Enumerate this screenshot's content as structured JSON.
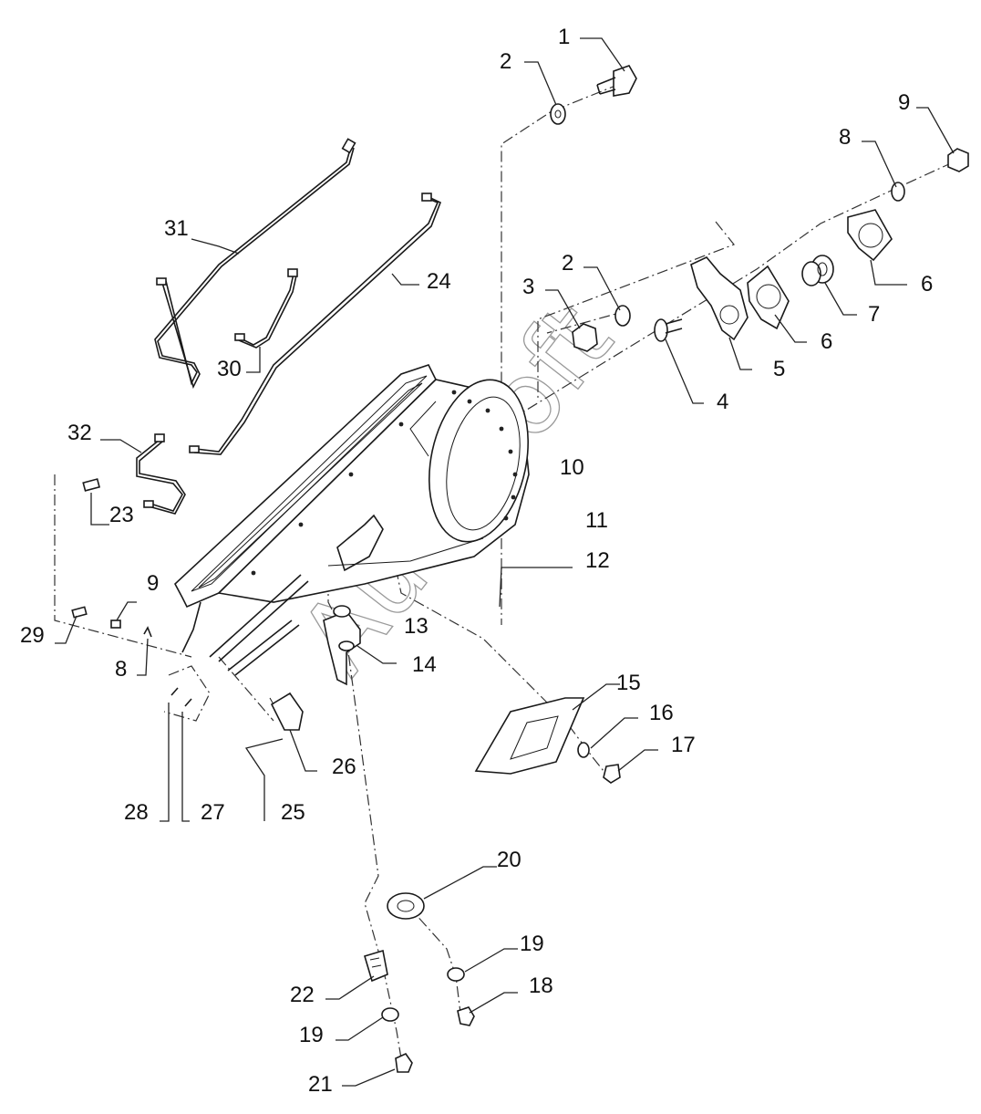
{
  "diagram": {
    "watermark": "AutoSoft",
    "callouts": [
      {
        "id": "c1",
        "text": "1"
      },
      {
        "id": "c2a",
        "text": "2"
      },
      {
        "id": "c2b",
        "text": "2"
      },
      {
        "id": "c3",
        "text": "3"
      },
      {
        "id": "c4",
        "text": "4"
      },
      {
        "id": "c5",
        "text": "5"
      },
      {
        "id": "c6a",
        "text": "6"
      },
      {
        "id": "c6b",
        "text": "6"
      },
      {
        "id": "c7",
        "text": "7"
      },
      {
        "id": "c8a",
        "text": "8"
      },
      {
        "id": "c8b",
        "text": "8"
      },
      {
        "id": "c9a",
        "text": "9"
      },
      {
        "id": "c9b",
        "text": "9"
      },
      {
        "id": "c10",
        "text": "10"
      },
      {
        "id": "c11",
        "text": "11"
      },
      {
        "id": "c12",
        "text": "12"
      },
      {
        "id": "c13",
        "text": "13"
      },
      {
        "id": "c14",
        "text": "14"
      },
      {
        "id": "c15",
        "text": "15"
      },
      {
        "id": "c16",
        "text": "16"
      },
      {
        "id": "c17",
        "text": "17"
      },
      {
        "id": "c18",
        "text": "18"
      },
      {
        "id": "c19a",
        "text": "19"
      },
      {
        "id": "c19b",
        "text": "19"
      },
      {
        "id": "c20",
        "text": "20"
      },
      {
        "id": "c21",
        "text": "21"
      },
      {
        "id": "c22",
        "text": "22"
      },
      {
        "id": "c23",
        "text": "23"
      },
      {
        "id": "c24",
        "text": "24"
      },
      {
        "id": "c25",
        "text": "25"
      },
      {
        "id": "c26",
        "text": "26"
      },
      {
        "id": "c27",
        "text": "27"
      },
      {
        "id": "c28",
        "text": "28"
      },
      {
        "id": "c29",
        "text": "29"
      },
      {
        "id": "c30",
        "text": "30"
      },
      {
        "id": "c31",
        "text": "31"
      },
      {
        "id": "c32",
        "text": "32"
      }
    ]
  }
}
